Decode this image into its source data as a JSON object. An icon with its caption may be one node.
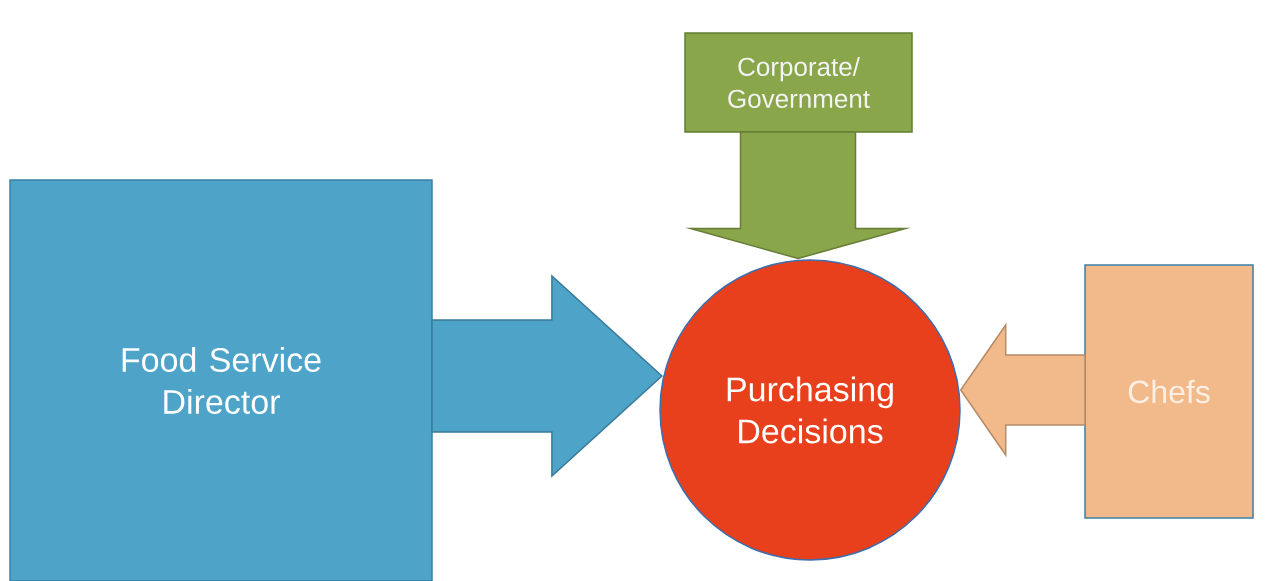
{
  "diagram": {
    "nodes": [
      {
        "text": [
          "Food Service Director"
        ]
      },
      {
        "text": [
          "Corporate/ Government"
        ]
      },
      {
        "text": [
          "Purchasing Decisions"
        ]
      },
      {
        "text": [
          "Chefs"
        ]
      }
    ],
    "edges": [
      {
        "from": 0,
        "to": 2,
        "arrow": "to",
        "style": "thick",
        "color": "#4ea3c9"
      },
      {
        "from": 1,
        "to": 2,
        "arrow": "to",
        "style": "thick",
        "color": "#8aa64a"
      },
      {
        "from": 3,
        "to": 2,
        "arrow": "to",
        "style": "thick",
        "color": "#f2b98a"
      }
    ]
  }
}
